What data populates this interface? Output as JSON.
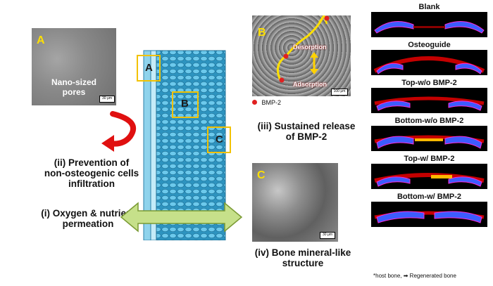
{
  "panel_a": {
    "letter": "A",
    "text_line1": "Nano-sized",
    "text_line2": "pores",
    "scale": "30 μm"
  },
  "scaffold": {
    "labels": [
      "A",
      "B",
      "C"
    ]
  },
  "captions": {
    "ii_line1": "(ii) Prevention of",
    "ii_line2": "non-osteogenic cells",
    "ii_line3": "infiltration",
    "i_line1": "(i) Oxygen & nutrient",
    "i_line2": "permeation",
    "iii_line1": "(iii) Sustained release",
    "iii_line2": "of BMP-2",
    "iv_line1": "(iv) Bone mineral-like",
    "iv_line2": "structure"
  },
  "panel_b": {
    "letter": "B",
    "desorption": "Desorption",
    "adsorption": "Adsorption",
    "scale": "100 μm",
    "legend": "BMP-2"
  },
  "panel_c": {
    "letter": "C",
    "scale": "30 μm"
  },
  "ct_panels": [
    {
      "title": "Blank"
    },
    {
      "title": "Osteoguide"
    },
    {
      "title": "Top-w/o BMP-2"
    },
    {
      "title": "Bottom-w/o BMP-2"
    },
    {
      "title": "Top-w/ BMP-2"
    },
    {
      "title": "Bottom-w/ BMP-2"
    }
  ],
  "ct_legend": {
    "star": "*",
    "host": "host bone,",
    "regen": "Regenerated bone"
  },
  "colors": {
    "highlight_box": "#f2c200",
    "scaffold_blue": "#4fb3d9",
    "arrow_red": "#e01010",
    "arrow_green": "#9bc34a",
    "ct_bone": "#3c5cff",
    "ct_tissue": "#c40000"
  }
}
